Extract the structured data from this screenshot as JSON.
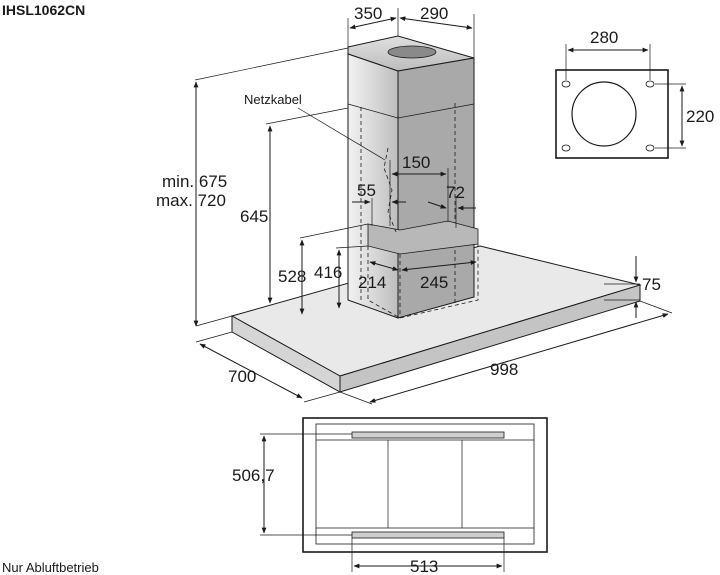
{
  "model": "IHSL1062CN",
  "note": "Nur Abluftbetrieb",
  "cable_label": "Netzkabel",
  "chimney": {
    "width": "350",
    "depth": "290"
  },
  "height_range": {
    "min": "min. 675",
    "max": "max. 720"
  },
  "inner": {
    "h645": "645",
    "h528": "528",
    "h416": "416",
    "w150": "150",
    "w55": "55",
    "w72": "72",
    "w214": "214",
    "w245": "245"
  },
  "canopy": {
    "depth": "700",
    "width": "998",
    "thickness": "75"
  },
  "mounting_plate": {
    "width": "280",
    "height": "220"
  },
  "bottom_view": {
    "depth": "506,7",
    "width": "513"
  }
}
